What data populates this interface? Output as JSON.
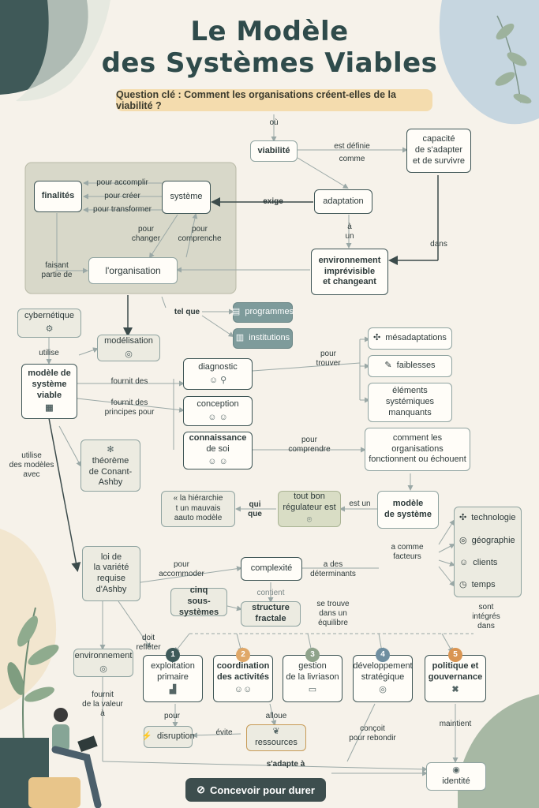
{
  "header": {
    "title_line1": "Le Modèle",
    "title_line2": "des Systèmes Viables",
    "question": "Question clé : Comment les organisations créent-elles de la viabilité ?"
  },
  "nodes": {
    "viabilite": "viabilité",
    "capacite": [
      "capacité",
      "de s'adapter",
      "et de survivre"
    ],
    "finalites": "finalités",
    "systeme": "système",
    "adaptation": "adaptation",
    "organisation": "l'organisation",
    "environnement": [
      "environnement",
      "imprévisible",
      "et changeant"
    ],
    "cybernetique": "cybernétique",
    "programmes": "programmes",
    "institutions": "institutions",
    "modelisation": "modélisation",
    "mesadaptations": "mésadaptations",
    "modele_viable": [
      "modèle de",
      "système",
      "viable"
    ],
    "diagnostic": "diagnostic",
    "faiblesses": "faiblesses",
    "conception": "conception",
    "elements": [
      "éléments",
      "systémiques",
      "manquants"
    ],
    "connaissance": [
      "connaissance",
      "de soi"
    ],
    "comment": [
      "comment les",
      "organisations",
      "fonctionnent ou échouent"
    ],
    "theoreme": [
      "théorème",
      "de Conant-",
      "Ashby"
    ],
    "hierarchie": [
      "« la hiérarchie",
      "t un mauvais",
      "aauto modèle"
    ],
    "regulateur": [
      "tout bon",
      "régulateur est"
    ],
    "modele_systeme": [
      "modèle",
      "de système"
    ],
    "technologie": "technologie",
    "geographie": "géographie",
    "clients": "clients",
    "temps": "temps",
    "loi": [
      "loi de",
      "la variété",
      "requise",
      "d'Ashby"
    ],
    "complexite": "complexité",
    "cinq": [
      "cinq",
      "sous-systèmes"
    ],
    "structure": [
      "structure",
      "fractale"
    ],
    "environnement2": "environnement",
    "ss1": [
      "exploitation",
      "primaire"
    ],
    "ss2": [
      "coordination",
      "des activités"
    ],
    "ss3": [
      "gestion",
      "de la livriason"
    ],
    "ss4": [
      "développement",
      "stratégique"
    ],
    "ss5": [
      "politique et",
      "gouvernance"
    ],
    "disruption": "disruption",
    "ressources": "ressources",
    "identite": "identité"
  },
  "numbers": [
    "1",
    "2",
    "3",
    "4",
    "5"
  ],
  "labels": {
    "ou": "où",
    "est_definie": "est définie",
    "comme": "comme",
    "pour_accomplir": "pour accomplir",
    "pour_creer": "pour créer",
    "pour_transformer": "pour transformer",
    "exige": "exige",
    "a_un": [
      "à",
      "un"
    ],
    "pour_changer": [
      "pour",
      "changer"
    ],
    "pour_comprendre": [
      "pour",
      "comprenche"
    ],
    "faisant": [
      "faisant",
      "partie de"
    ],
    "dans": "dans",
    "tel_que": "tel que",
    "utilise": "utilise",
    "pour_trouver": [
      "pour",
      "trouver"
    ],
    "fournit_des": "fournit des",
    "fournit_principes": [
      "fournit des",
      "principes pour"
    ],
    "pour_comprendre2": [
      "pour",
      "comprendre"
    ],
    "utilise_modeles": [
      "utilise",
      "des modèles",
      "avec"
    ],
    "qui_que": [
      "qui",
      "que"
    ],
    "est_un": "est un",
    "a_comme": [
      "a comme",
      "facteurs"
    ],
    "pour_accommoder": [
      "pour",
      "accommoder"
    ],
    "a_des": [
      "a des",
      "déterminants"
    ],
    "contient": "contient",
    "se_trouve": [
      "se trouve",
      "dans un",
      "équilibre"
    ],
    "sont_integres": [
      "sont",
      "intégrés",
      "dans"
    ],
    "doit_refleter": [
      "doit",
      "refléter"
    ],
    "fournit_valeur": [
      "fournit",
      "de la valeur",
      "à"
    ],
    "pour": "pour",
    "evite": "évite",
    "alloue": "alloue",
    "concoit": [
      "conçoit",
      "pour rebondir"
    ],
    "maintient": "maintient",
    "s_adapte": "s'adapte à"
  },
  "cta": "Concevoir pour durer",
  "colors": {
    "badge1": "#3e5a5a",
    "badge2": "#e0a868",
    "badge3": "#8fa38b",
    "badge4": "#6f8ea0",
    "badge5": "#d99552",
    "accent": "#f4dcae",
    "dark": "#3d4e4e"
  }
}
